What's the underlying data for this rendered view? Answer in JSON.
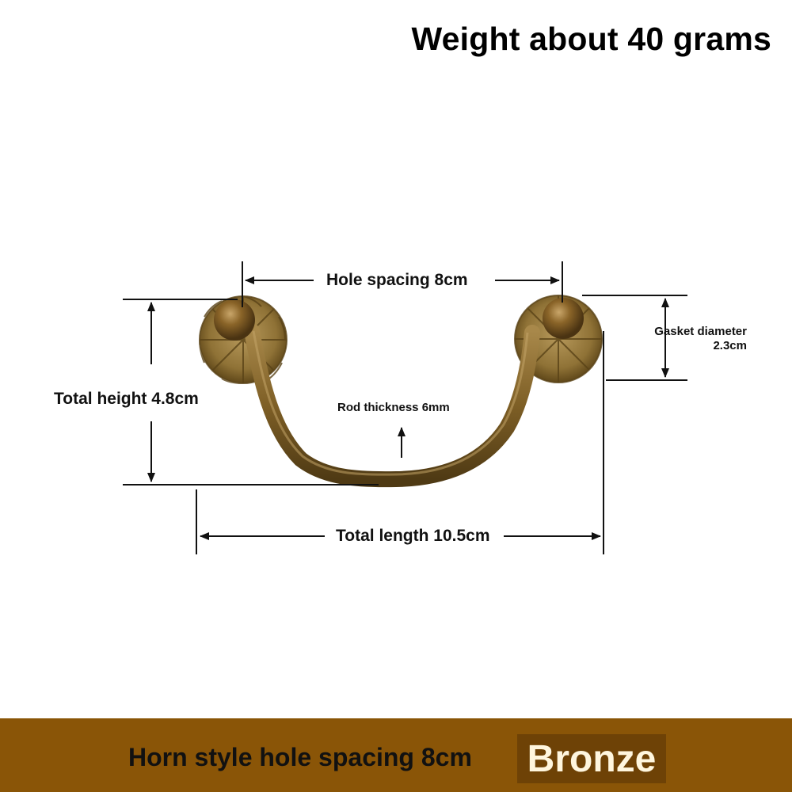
{
  "header": {
    "weight_text": "Weight about 40 grams"
  },
  "dimensions": {
    "hole_spacing": "Hole spacing 8cm",
    "total_height": "Total height 4.8cm",
    "rod_thickness": "Rod thickness 6mm",
    "gasket_line1": "Gasket diameter",
    "gasket_line2": "2.3cm",
    "total_length": "Total length 10.5cm"
  },
  "footer": {
    "style_text": "Horn style hole spacing 8cm",
    "finish": "Bronze"
  },
  "colors": {
    "footer_bg": "#8a5507",
    "finish_badge_bg": "#6e4206",
    "finish_text": "#fff6de",
    "bronze": "#8b6a2a"
  }
}
